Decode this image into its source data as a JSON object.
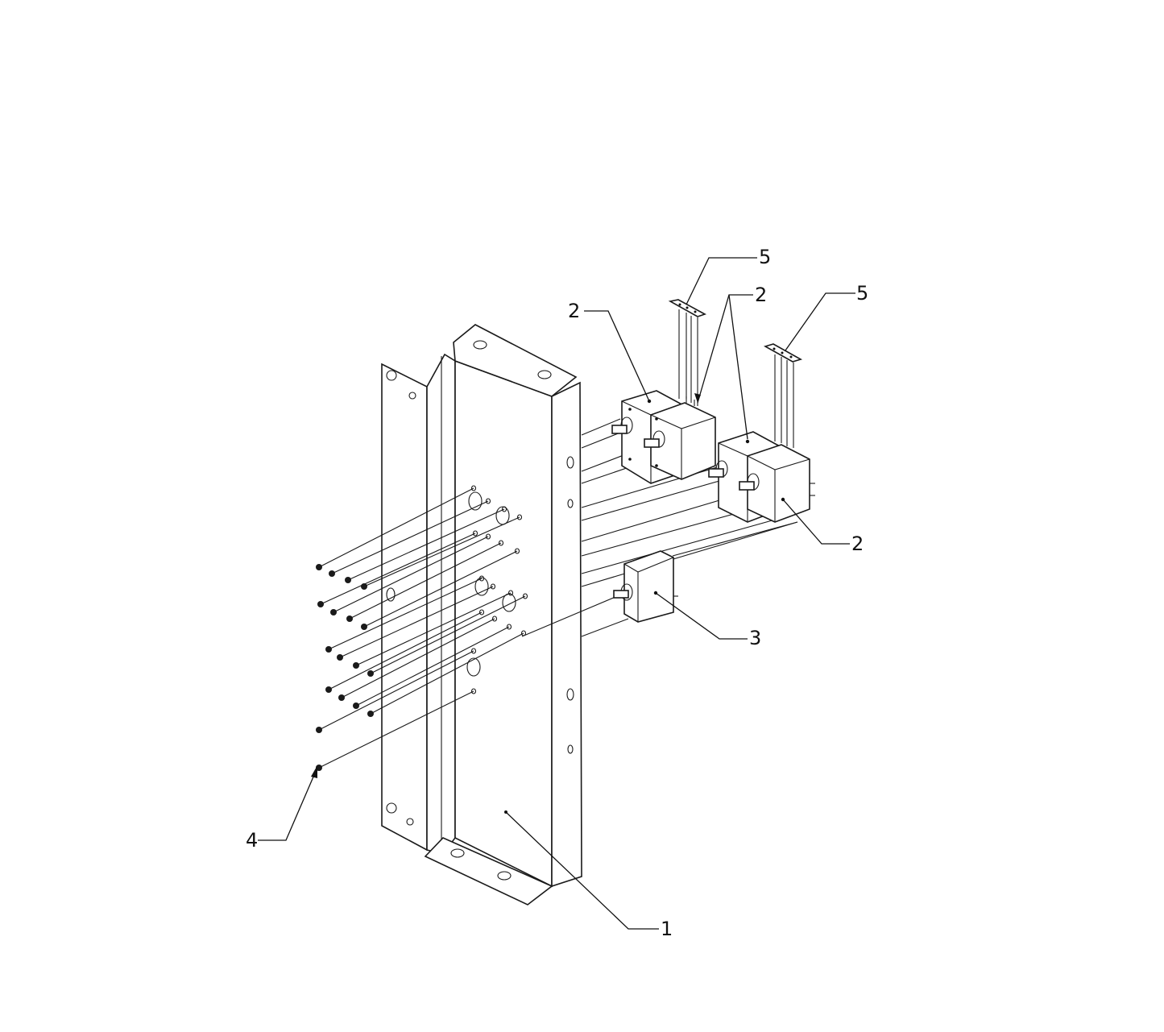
{
  "callouts": [
    {
      "id": "1",
      "label": "1"
    },
    {
      "id": "2a",
      "label": "2"
    },
    {
      "id": "2b",
      "label": "2"
    },
    {
      "id": "2c",
      "label": "2"
    },
    {
      "id": "3",
      "label": "3"
    },
    {
      "id": "4",
      "label": "4"
    },
    {
      "id": "5a",
      "label": "5"
    },
    {
      "id": "5b",
      "label": "5"
    }
  ]
}
